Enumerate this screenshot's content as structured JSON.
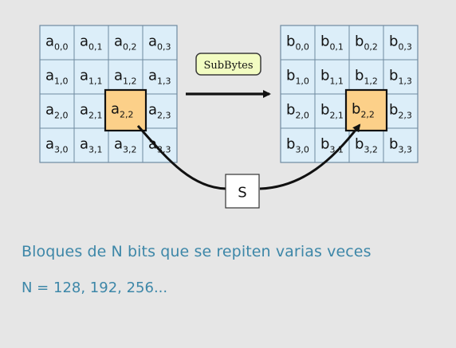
{
  "diagram": {
    "left_matrix": {
      "letter": "a",
      "cells": [
        [
          "0,0",
          "0,1",
          "0,2",
          "0,3"
        ],
        [
          "1,0",
          "1,1",
          "1,2",
          "1,3"
        ],
        [
          "2,0",
          "2,1",
          "2,2",
          "2,3"
        ],
        [
          "3,0",
          "3,1",
          "3,2",
          "3,3"
        ]
      ]
    },
    "right_matrix": {
      "letter": "b",
      "cells": [
        [
          "0,0",
          "0,1",
          "0,2",
          "0,3"
        ],
        [
          "1,0",
          "1,1",
          "1,2",
          "1,3"
        ],
        [
          "2,0",
          "2,1",
          "2,2",
          "2,3"
        ],
        [
          "3,0",
          "3,1",
          "3,2",
          "3,3"
        ]
      ]
    },
    "highlight_cell": {
      "row": 2,
      "col": 2
    },
    "operation_label": "SubBytes",
    "sbox_label": "S",
    "colors": {
      "cell_fill": "#dceef9",
      "cell_border": "#6e8aa0",
      "highlight_fill": "#fcd089",
      "operation_fill": "#f2fcc2",
      "arrow": "#111111"
    }
  },
  "captions": {
    "description": "Bloques de N bits que se repiten varias veces",
    "sizes": "N = 128, 192, 256..."
  }
}
